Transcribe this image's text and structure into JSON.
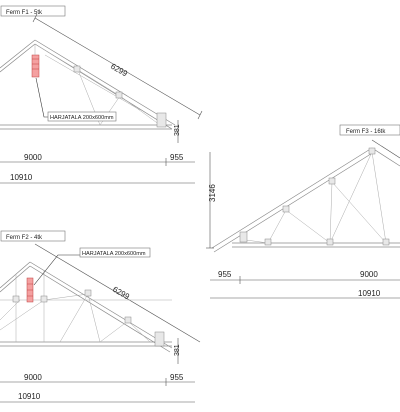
{
  "trusses": {
    "f1": {
      "title": "Ferm F1 - 5tk",
      "callout": "HARJATALA 200x600mm",
      "dim_rafter": "6299",
      "dim_heel": "381",
      "dim_span": "9000",
      "dim_overhang": "955",
      "dim_total": "10910"
    },
    "f2": {
      "title": "Ferm F2 - 4tk",
      "callout": "HARJATALA 200x600mm",
      "dim_rafter": "6299",
      "dim_heel": "381",
      "dim_span": "9000",
      "dim_overhang": "955",
      "dim_total": "10910"
    },
    "f3": {
      "title": "Ferm F3 - 16tk",
      "dim_height": "3146",
      "dim_overhang": "955",
      "dim_span": "9000",
      "dim_total": "10910"
    }
  },
  "colors": {
    "line": "#8a8a8a",
    "dimension": "#555555",
    "ridge_post": "#f4a0a0"
  }
}
